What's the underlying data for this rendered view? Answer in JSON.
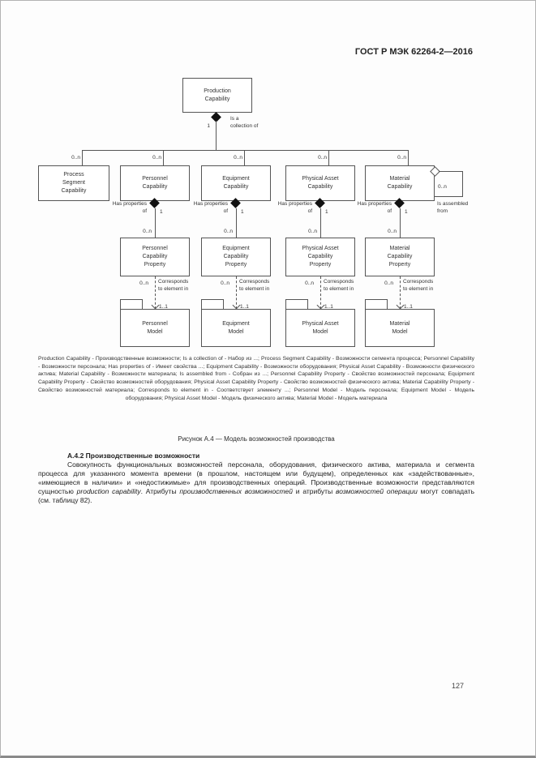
{
  "header": {
    "doc_code": "ГОСТ Р МЭК 62264-2—2016"
  },
  "diagram": {
    "root": {
      "label": "Production\nCapability",
      "multiplicity": "1",
      "assoc_label": "Is a\ncollection of"
    },
    "self_assoc": {
      "multiplicity": "0..n",
      "label": "Is assembled\nfrom"
    },
    "columns": [
      {
        "top_mult": "0..n",
        "capability": "Process\nSegment\nCapability"
      },
      {
        "top_mult": "0..n",
        "capability": "Personnel\nCapability",
        "has_properties": "Has properties\nof",
        "one": "1",
        "prop_mult": "0..n",
        "property": "Personnel\nCapability\nProperty",
        "corr_mult": "0..n",
        "corresponds": "Corresponds\nto element in",
        "model_mult": "1..1",
        "model": "Personnel\nModel"
      },
      {
        "top_mult": "0..n",
        "capability": "Equipment\nCapability",
        "has_properties": "Has properties\nof",
        "one": "1",
        "prop_mult": "0..n",
        "property": "Equipment\nCapability\nProperty",
        "corr_mult": "0..n",
        "corresponds": "Corresponds\nto element in",
        "model_mult": "1..1",
        "model": "Equipment\nModel"
      },
      {
        "top_mult": "0..n",
        "capability": "Physical Asset\nCapability",
        "has_properties": "Has properties\nof",
        "one": "1",
        "prop_mult": "0..n",
        "property": "Physical Asset\nCapability\nProperty",
        "corr_mult": "0..n",
        "corresponds": "Corresponds\nto element in",
        "model_mult": "1..1",
        "model": "Physical Asset\nModel"
      },
      {
        "top_mult": "0..n",
        "capability": "Material\nCapability",
        "has_properties": "Has properties\nof",
        "one": "1",
        "prop_mult": "0..n",
        "property": "Material\nCapability\nProperty",
        "corr_mult": "0..n",
        "corresponds": "Corresponds\nto element in",
        "model_mult": "1..1",
        "model": "Material\nModel"
      }
    ]
  },
  "figure": {
    "legend": "Production Capability - Производственные возможности; Is a collection of - Набор из ...; Process Segment Capability - Возможности сегмента процесса; Personnel Capability - Возможности персонала; Has properties of - Имеет свойства ...; Equipment Capability - Возможности оборудования; Physical Asset Capability - Возможности физического актива; Material Capability - Возможности материала; Is assembled from - Собран из ...; Personnel Capability Property - Свойство возможностей персонала; Equipment Capability Property - Свойство возможностей оборудования; Physical Asset Capability Property - Свойство возможностей физического актива; Material Capability Property - Свойство возможностей материала; Corresponds to element in - Соответствует элементу ...; Personnel Model - Модель персонала; Equipment Model - Модель оборудования; Physical Asset Model - Модель физического актива; Material Model - Модель материала",
    "caption": "Рисунок А.4 — Модель возможностей производства"
  },
  "section": {
    "heading": "А.4.2 Производственные возможности",
    "body_part1": "Совокупность функциональных возможностей персонала, оборудования, физического актива, материала и сегмента процесса для указанного момента времени (в прошлом, настоящем или будущем), определенных как «задействованные», «имеющиеся в наличии» и «недостижимые» для производственных операций. Производственные возможности представляются сущностью ",
    "body_italic1": "production capability",
    "body_part2": ". Атрибуты ",
    "body_italic2": "производственных возможностей",
    "body_part3": " и атрибуты ",
    "body_italic3": "возможностей операции",
    "body_part4": " могут совпадать (см. таблицу 82)."
  },
  "footer": {
    "page_number": "127"
  }
}
